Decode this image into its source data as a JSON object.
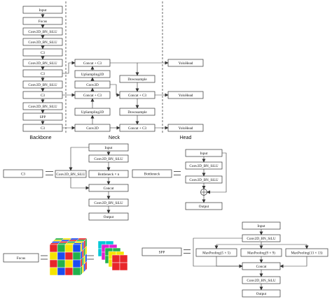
{
  "colors": {
    "red": "#e8262a",
    "green": "#22b14c",
    "yellow": "#f5e400",
    "blue": "#1b4cf0",
    "cyan": "#00c8d8",
    "magenta": "#e020d0",
    "line": "#333333"
  },
  "sections": {
    "backbone": "Backbone",
    "neck": "Neck",
    "head": "Head"
  },
  "backbone": {
    "input": "Input",
    "focus": "Focus",
    "conv1": "Conv2D_BN_SiLU",
    "conv2": "Conv2D_BN_SiLU",
    "c3_1": "C3",
    "conv3": "Conv2D_BN_SiLU",
    "c3_2": "C3",
    "conv4": "Conv2D_BN_SiLU",
    "c3_3": "C3",
    "conv5": "Conv2D_BN_SiLU",
    "spp": "SPP",
    "c3_4": "C3"
  },
  "neck": {
    "concat_top": "Concat + C3",
    "upsampling_top": "UpSampling2D",
    "conv_mid": "Conv2D",
    "concat_mid": "Concat + C3",
    "upsampling_bottom": "UpSampling2D",
    "conv_bottom": "Conv2D",
    "downsample_top": "Downsample",
    "concat_right_mid": "Concat + C3",
    "downsample_bottom": "Downsample",
    "concat_bottom": "Concat + C3"
  },
  "head": {
    "yolohead_1": "YoloHead",
    "yolohead_2": "YoloHead",
    "yolohead_3": "YoloHead"
  },
  "c3_detail": {
    "name": "C3",
    "input": "Input",
    "conv_top": "Conv2D_BN_SiLU",
    "conv_left": "Conv2D_BN_SiLU",
    "bottleneck": "Bottleneck × n",
    "concat": "Concat",
    "conv_bottom": "Conv2D_BN_SiLU",
    "output": "Output"
  },
  "bottleneck_detail": {
    "name": "Bottleneck",
    "input": "Input",
    "conv1": "Conv2D_BN_SiLU",
    "conv2": "Conv2D_BN_SiLU",
    "output": "Output"
  },
  "focus_detail": {
    "name": "Focus"
  },
  "spp_detail": {
    "name": "SPP",
    "input": "Input",
    "conv_top": "Conv2D_BN_SiLU",
    "pool1": "MaxPooling(5 × 5)",
    "pool2": "MaxPooling(9 × 9)",
    "pool3": "MaxPooling(13 × 13)",
    "concat": "Concat",
    "conv_bottom": "Conv2D_BN_SiLU",
    "output": "Output"
  }
}
